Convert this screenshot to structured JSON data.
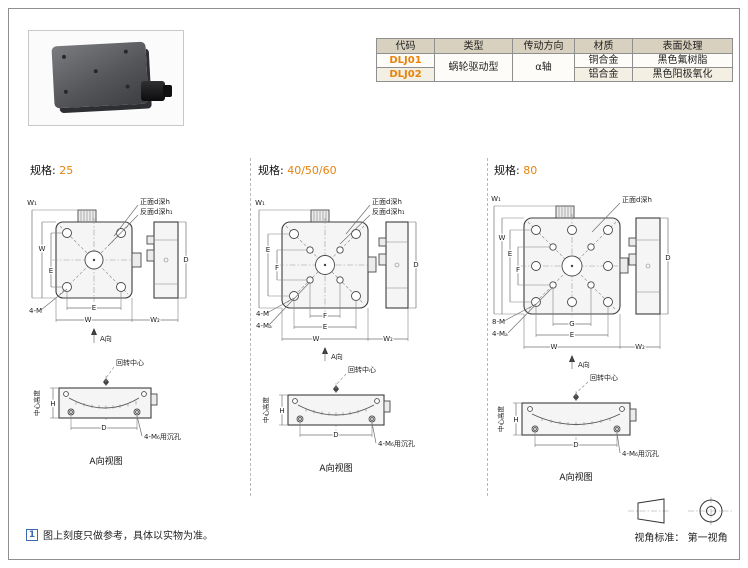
{
  "table": {
    "headers": [
      "代码",
      "类型",
      "传动方向",
      "材质",
      "表面处理"
    ],
    "rows": [
      {
        "code": "DLJ01",
        "type": "蜗轮驱动型",
        "direction": "α轴",
        "material": "铜合金",
        "surface": "黑色氟树脂"
      },
      {
        "code": "DLJ02",
        "material": "铝合金",
        "surface": "黑色阳极氧化"
      }
    ]
  },
  "sections": [
    {
      "spec_label": "规格:",
      "spec_value": "25",
      "labels": {
        "front": "正面d深h",
        "back": "反面d深h₁",
        "w1": "W₁",
        "w": "W",
        "e": "E",
        "w2": "W₂",
        "hole1": "4-M",
        "side_d": "D",
        "a_dir": "A向",
        "rotation_center": "回转中心",
        "center_height": "中心高度",
        "h": "H",
        "d": "D",
        "sink": "4-M₆用沉孔",
        "caption": "A向视图"
      }
    },
    {
      "spec_label": "规格:",
      "spec_value": "40/50/60",
      "labels": {
        "front": "正面d深h",
        "back": "反面d深h₁",
        "w1": "W₁",
        "w": "W",
        "e": "E",
        "f": "F",
        "w2": "W₂",
        "hole1": "4-M",
        "hole2": "4-Mₐ",
        "side_d": "D",
        "a_dir": "A向",
        "rotation_center": "回转中心",
        "center_height": "中心高度",
        "h": "H",
        "d": "D",
        "sink": "4-M₆用沉孔",
        "caption": "A向视图"
      }
    },
    {
      "spec_label": "规格:",
      "spec_value": "80",
      "labels": {
        "front": "正面d深h",
        "w1": "W₁",
        "w": "W",
        "e": "E",
        "f": "F",
        "g": "G",
        "w2": "W₂",
        "hole1": "8-M",
        "hole2": "4-Mₐ",
        "side_d": "D",
        "a_dir": "A向",
        "rotation_center": "回转中心",
        "center_height": "中心高度",
        "h": "H",
        "d": "D",
        "sink": "4-M₆用沉孔",
        "caption": "A向视图"
      }
    }
  ],
  "footer": {
    "note_icon": "1",
    "note": "图上刻度只做参考，具体以实物为准。",
    "view_standard": "视角标准： 第一视角"
  }
}
